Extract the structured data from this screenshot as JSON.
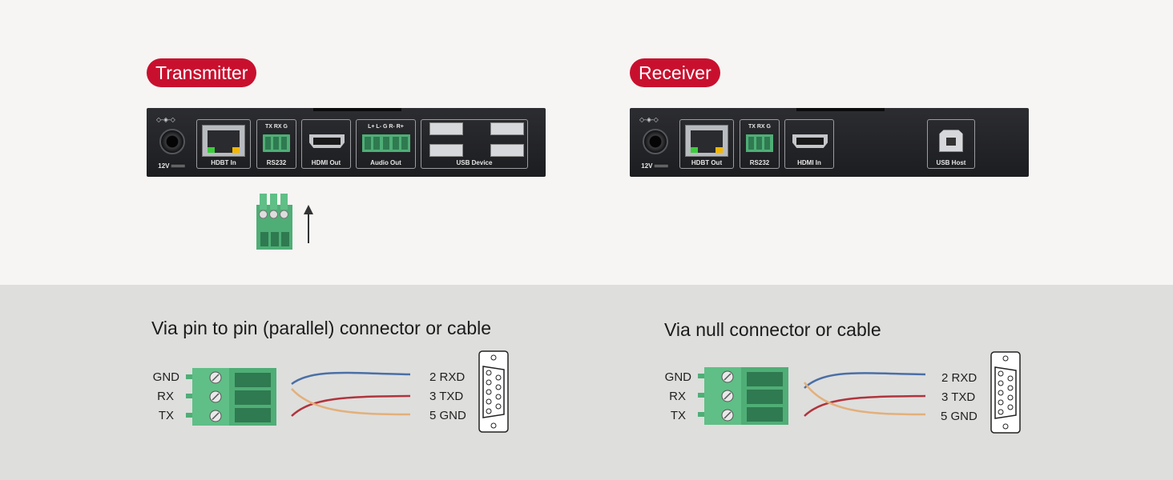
{
  "colors": {
    "accent": "#c8102e",
    "terminal_green": "#4fae76",
    "wire_blue": "#4a6fa5",
    "wire_red": "#b0343c",
    "wire_tan": "#e3b07a"
  },
  "transmitter": {
    "badge": "Transmitter",
    "ports": {
      "power": "12V ═══",
      "hdbt": "HDBT In",
      "rs232": "RS232",
      "rs232_pins": "TX RX G",
      "hdmi": "HDMI Out",
      "audio": "Audio Out",
      "audio_pins": "L+ L- G R- R+",
      "usb": "USB Device"
    }
  },
  "receiver": {
    "badge": "Receiver",
    "ports": {
      "power": "12V ═══",
      "hdbt": "HDBT Out",
      "rs232": "RS232",
      "rs232_pins": "TX RX G",
      "hdmi": "HDMI In",
      "usb": "USB Host"
    }
  },
  "parallel": {
    "title": "Via pin to pin (parallel) connector or cable",
    "pins": [
      "GND",
      "RX",
      "TX"
    ],
    "db9": [
      "2 RXD",
      "3 TXD",
      "5 GND"
    ]
  },
  "null_modem": {
    "title": "Via null connector or cable",
    "pins": [
      "GND",
      "RX",
      "TX"
    ],
    "db9": [
      "2 RXD",
      "3 TXD",
      "5 GND"
    ]
  }
}
